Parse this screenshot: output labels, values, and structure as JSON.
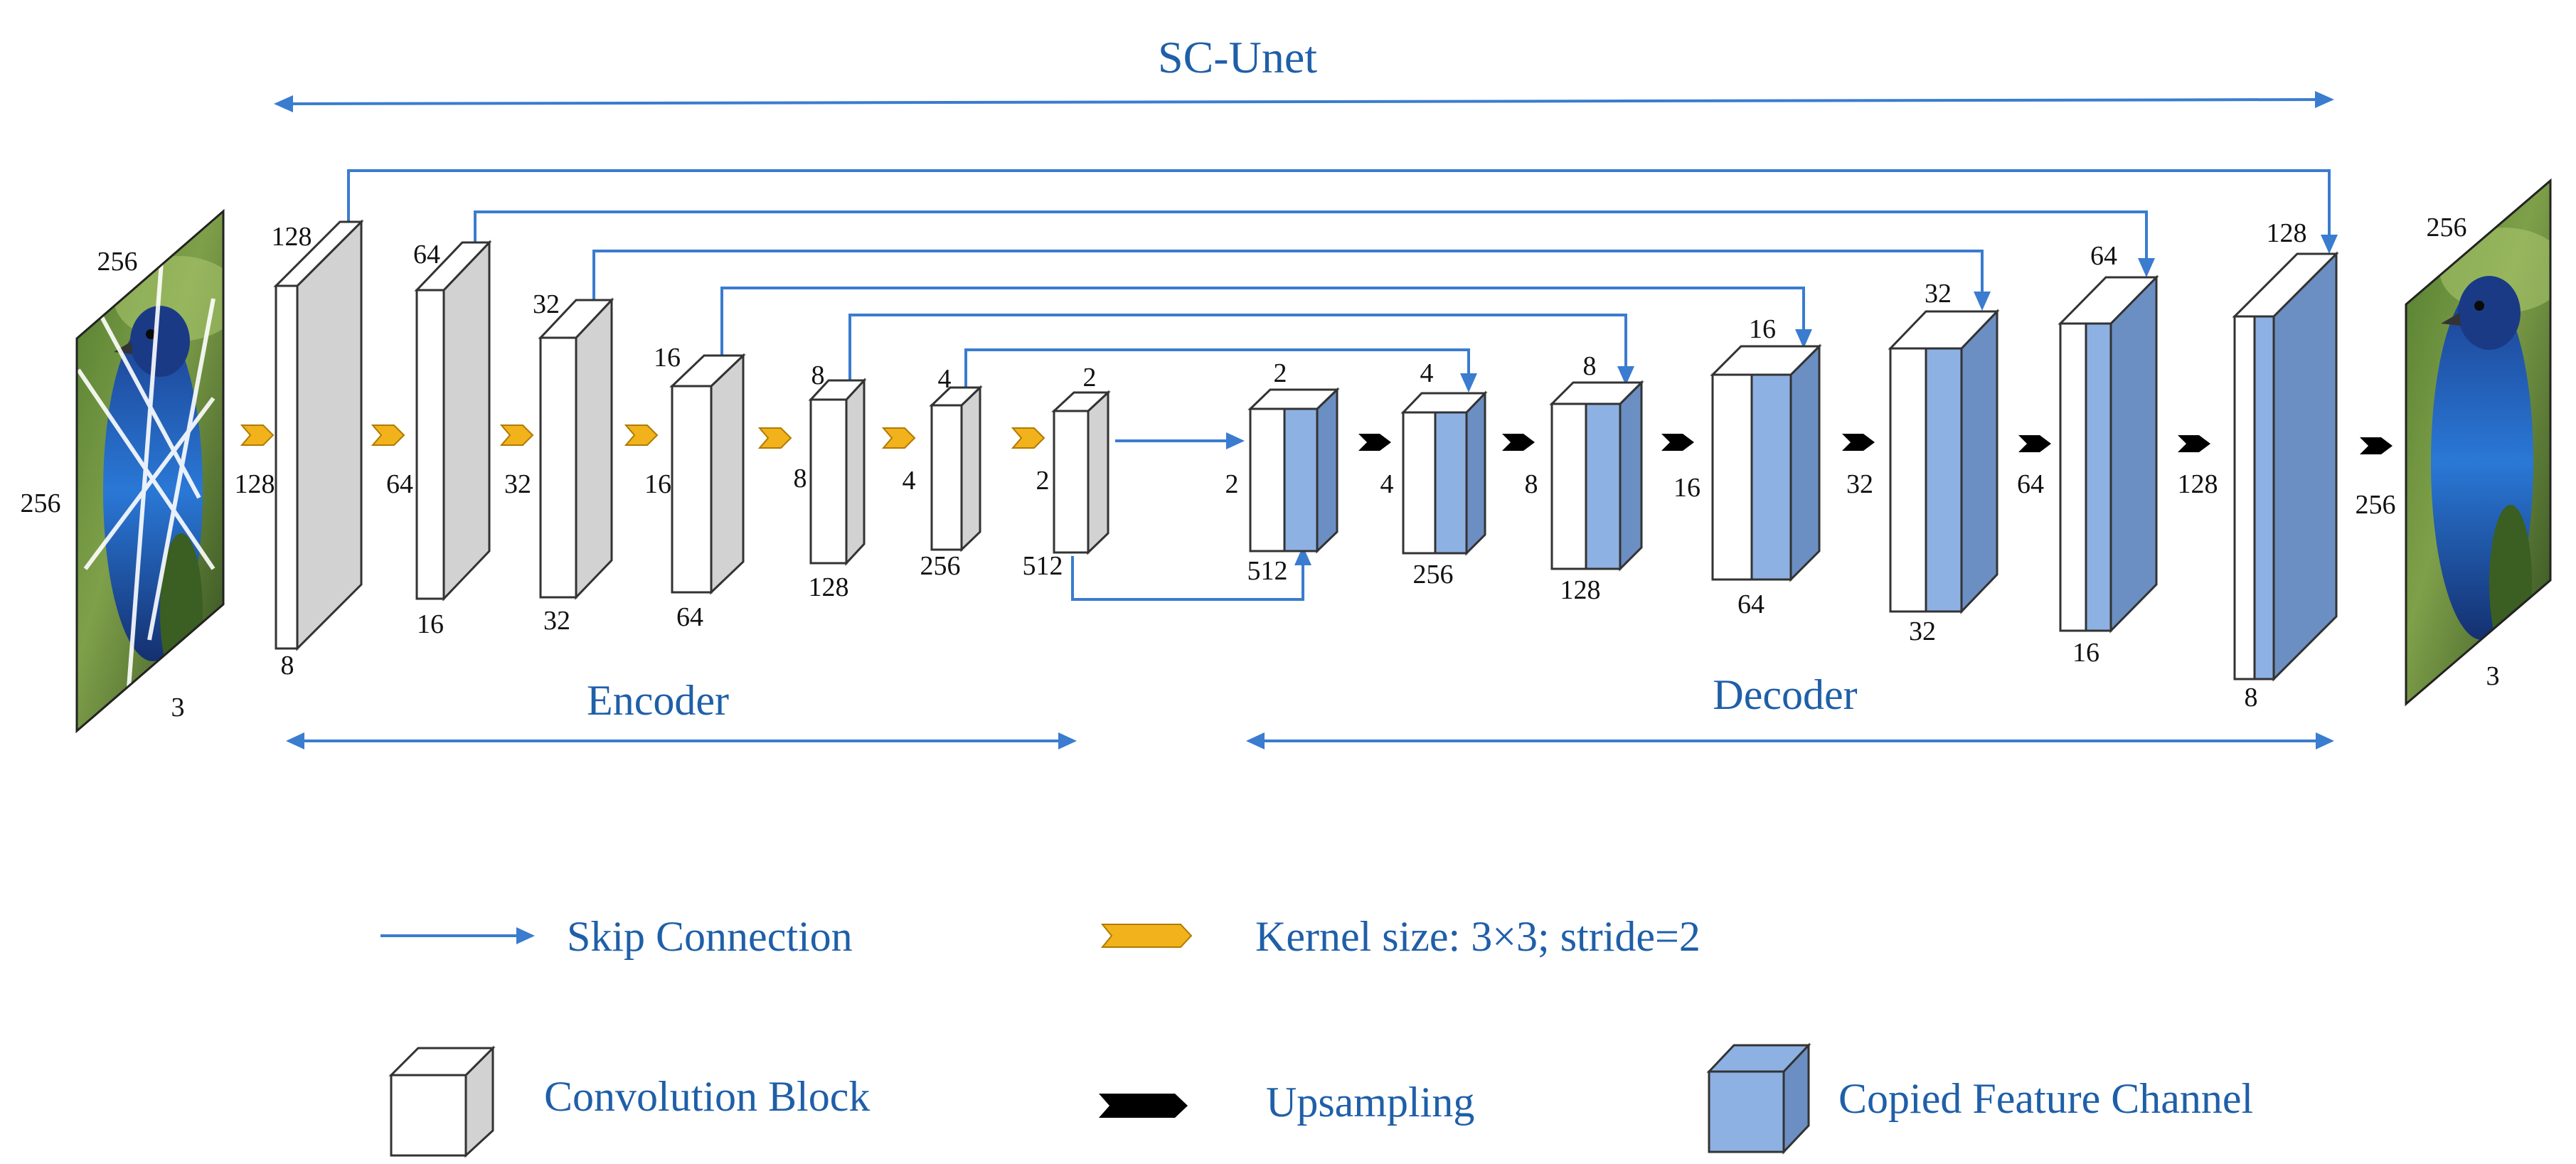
{
  "colors": {
    "text_blue": "#1f5fa8",
    "arrow_blue": "#3a7ccf",
    "block_front": "#ffffff",
    "block_gray": "#d2d2d2",
    "copied_front": "#8eb1e3",
    "copied_side": "#6b8fc3",
    "kernel_arrow": "#f2b21b",
    "upsample_arrow": "#000000"
  },
  "titles": {
    "main": "SC-Unet",
    "encoder": "Encoder",
    "decoder": "Decoder"
  },
  "input": {
    "width": "256",
    "height": "256",
    "channels": "3",
    "icon": "bird-photo-with-scratches"
  },
  "output": {
    "width": "256",
    "height": "256",
    "channels": "3",
    "icon": "bird-photo-restored"
  },
  "encoder_blocks": [
    {
      "top": "128",
      "side": "128",
      "bottom": "8"
    },
    {
      "top": "64",
      "side": "64",
      "bottom": "16"
    },
    {
      "top": "32",
      "side": "32",
      "bottom": "32"
    },
    {
      "top": "16",
      "side": "16",
      "bottom": "64"
    },
    {
      "top": "8",
      "side": "8",
      "bottom": "128"
    },
    {
      "top": "4",
      "side": "4",
      "bottom": "256"
    },
    {
      "top": "2",
      "side": "2",
      "bottom": "512"
    }
  ],
  "decoder_blocks": [
    {
      "top": "2",
      "side": "2",
      "bottom": "512"
    },
    {
      "top": "4",
      "side": "4",
      "bottom": "256"
    },
    {
      "top": "8",
      "side": "8",
      "bottom": "128"
    },
    {
      "top": "16",
      "side": "16",
      "bottom": "64"
    },
    {
      "top": "32",
      "side": "32",
      "bottom": "32"
    },
    {
      "top": "64",
      "side": "64",
      "bottom": "16"
    },
    {
      "top": "128",
      "side": "128",
      "bottom": "8"
    }
  ],
  "output_side_label": "256",
  "legend": {
    "skip": "Skip Connection",
    "kernel": "Kernel size: 3×3;  stride=2",
    "conv": "Convolution Block",
    "upsampling": "Upsampling",
    "copied": "Copied Feature Channel"
  }
}
